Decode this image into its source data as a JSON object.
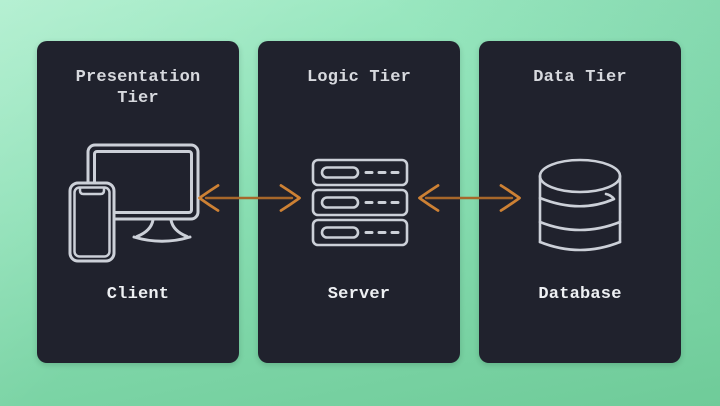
{
  "diagram": {
    "tiers": [
      {
        "title": "Presentation Tier",
        "label": "Client",
        "icon": "client-devices-icon"
      },
      {
        "title": "Logic Tier",
        "label": "Server",
        "icon": "server-stack-icon"
      },
      {
        "title": "Data Tier",
        "label": "Database",
        "icon": "database-cylinder-icon"
      }
    ],
    "connectors": [
      {
        "between": [
          "Client",
          "Server"
        ],
        "type": "bidirectional-arrow"
      },
      {
        "between": [
          "Server",
          "Database"
        ],
        "type": "bidirectional-arrow"
      }
    ],
    "colors": {
      "background_top": "#a3ecc7",
      "background_bottom": "#6fcb99",
      "panel": "#20222d",
      "title_text": "#d7d9de",
      "label_text": "#eef0f3",
      "icon_stroke": "#ccd0d8",
      "arrow_shaft": "#a7672a",
      "arrow_head": "#cd8134"
    }
  }
}
